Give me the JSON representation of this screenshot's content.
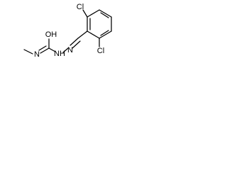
{
  "atom_labels": {
    "chlorine_top": "Cl",
    "chlorine_bottom": "Cl",
    "hydroxyl": "OH",
    "amide_nh": "NH",
    "hydrazone_n": "N",
    "methyl_nh": "N"
  },
  "colors": {
    "bond": "#000000",
    "label": "#000000",
    "background": "#ffffff"
  }
}
